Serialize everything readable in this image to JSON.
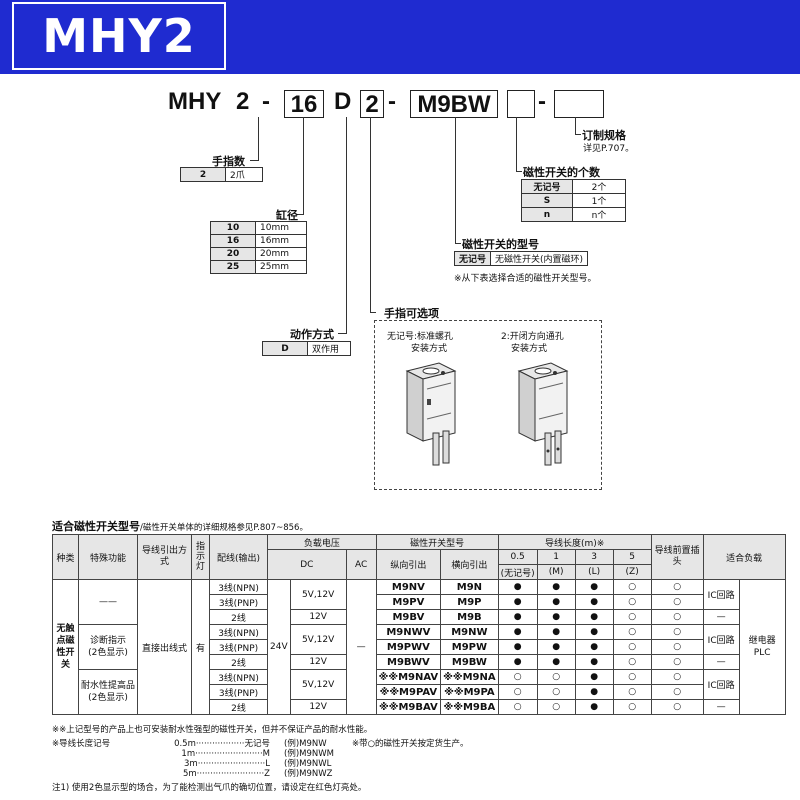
{
  "banner": {
    "title": "MHY2"
  },
  "code": {
    "prefix": "MHY",
    "p1": "2",
    "d1": "-",
    "p2": "16",
    "p3": "D",
    "p4": "2",
    "d2": "-",
    "p5": "M9BW",
    "d3": "-"
  },
  "custom_spec": {
    "title": "订制规格",
    "note": "详见P.707。"
  },
  "switch_count": {
    "title": "磁性开关的个数",
    "rows": [
      [
        "无记号",
        "2个"
      ],
      [
        "S",
        "1个"
      ],
      [
        "n",
        "n个"
      ]
    ]
  },
  "switch_model": {
    "title": "磁性开关的型号",
    "row": [
      "无记号",
      "无磁性开关(内置磁环)"
    ],
    "note": "※从下表选择合适的磁性开关型号。"
  },
  "fingers": {
    "title": "手指数",
    "row": [
      "2",
      "2爪"
    ]
  },
  "bore": {
    "title": "缸径",
    "rows": [
      [
        "10",
        "10mm"
      ],
      [
        "16",
        "16mm"
      ],
      [
        "20",
        "20mm"
      ],
      [
        "25",
        "25mm"
      ]
    ]
  },
  "action": {
    "title": "动作方式",
    "row": [
      "D",
      "双作用"
    ]
  },
  "finger_option": {
    "title": "手指可选项",
    "opt1": "无记号:标准螺孔",
    "opt1b": "安装方式",
    "opt2": "2:开闭方向通孔",
    "opt2b": "安装方式"
  },
  "applicable": {
    "title": "适合磁性开关型号",
    "subtitle": "/磁性开关单体的详细规格参见P.807~856。"
  },
  "table": {
    "h_kind": "种类",
    "h_func": "特殊功能",
    "h_wire_exit": "导线引出方式",
    "h_indicator": "指示灯",
    "h_wiring": "配线(输出)",
    "h_voltage": "负载电压",
    "h_dc": "DC",
    "h_ac": "AC",
    "h_model": "磁性开关型号",
    "h_vert": "纵向引出",
    "h_horz": "横向引出",
    "h_length": "导线长度(m)※",
    "h_l05": "0.5",
    "h_l05b": "(无记号)",
    "h_l1": "1",
    "h_l1b": "(M)",
    "h_l3": "3",
    "h_l3b": "(L)",
    "h_l5": "5",
    "h_l5b": "(Z)",
    "h_pre": "导线前置插头",
    "h_load": "适合负载",
    "kind": "无触点磁性开关",
    "func_none": "——",
    "func_diag": "诊断指示",
    "func_diag_b": "(2色显示)",
    "func_water": "耐水性提高品",
    "func_water_b": "(2色显示)",
    "wire_exit": "直接出线式",
    "indicator": "有",
    "dc24": "24V",
    "ac": "—",
    "relay": "继电器",
    "plc": "PLC",
    "rows": [
      {
        "wiring": "3线(NPN)",
        "dc": "5V,12V",
        "v": "M9NV",
        "h": "M9N",
        "l05": "●",
        "l1": "●",
        "l3": "●",
        "l5": "○",
        "pre": "○",
        "ic": "IC回路"
      },
      {
        "wiring": "3线(PNP)",
        "dc": "",
        "v": "M9PV",
        "h": "M9P",
        "l05": "●",
        "l1": "●",
        "l3": "●",
        "l5": "○",
        "pre": "○",
        "ic": ""
      },
      {
        "wiring": "2线",
        "dc": "12V",
        "v": "M9BV",
        "h": "M9B",
        "l05": "●",
        "l1": "●",
        "l3": "●",
        "l5": "○",
        "pre": "○",
        "ic": "—"
      },
      {
        "wiring": "3线(NPN)",
        "dc": "5V,12V",
        "v": "M9NWV",
        "h": "M9NW",
        "l05": "●",
        "l1": "●",
        "l3": "●",
        "l5": "○",
        "pre": "○",
        "ic": "IC回路"
      },
      {
        "wiring": "3线(PNP)",
        "dc": "",
        "v": "M9PWV",
        "h": "M9PW",
        "l05": "●",
        "l1": "●",
        "l3": "●",
        "l5": "○",
        "pre": "○",
        "ic": ""
      },
      {
        "wiring": "2线",
        "dc": "12V",
        "v": "M9BWV",
        "h": "M9BW",
        "l05": "●",
        "l1": "●",
        "l3": "●",
        "l5": "○",
        "pre": "○",
        "ic": "—"
      },
      {
        "wiring": "3线(NPN)",
        "dc": "5V,12V",
        "v": "※※M9NAV",
        "h": "※※M9NA",
        "l05": "○",
        "l1": "○",
        "l3": "●",
        "l5": "○",
        "pre": "○",
        "ic": "IC回路"
      },
      {
        "wiring": "3线(PNP)",
        "dc": "",
        "v": "※※M9PAV",
        "h": "※※M9PA",
        "l05": "○",
        "l1": "○",
        "l3": "●",
        "l5": "○",
        "pre": "○",
        "ic": ""
      },
      {
        "wiring": "2线",
        "dc": "12V",
        "v": "※※M9BAV",
        "h": "※※M9BA",
        "l05": "○",
        "l1": "○",
        "l3": "●",
        "l5": "○",
        "pre": "○",
        "ic": "—"
      }
    ]
  },
  "notes": {
    "n1": "※※上记型号的产品上也可安装耐水性强型的磁性开关，但并不保证产品的耐水性能。",
    "n2_label": "※导线长度记号",
    "len_rows": [
      [
        "0.5m··················无记号",
        "(例)M9NW"
      ],
      [
        "1m·························M",
        "(例)M9NWM"
      ],
      [
        "3m·························L",
        "(例)M9NWL"
      ],
      [
        "5m·························Z",
        "(例)M9NWZ"
      ]
    ],
    "n3": "※带○的磁性开关按定货生产。",
    "n4": "注1) 使用2色显示型的场合，为了能检测出气爪的确切位置，请设定在红色灯亮处。"
  }
}
